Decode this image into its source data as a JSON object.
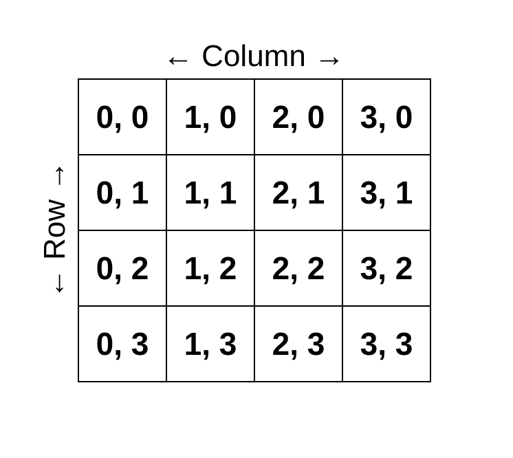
{
  "column_axis_label": "← Column →",
  "row_axis_label": "← Row →",
  "grid": {
    "rows": [
      [
        "0, 0",
        "1, 0",
        "2, 0",
        "3, 0"
      ],
      [
        "0, 1",
        "1, 1",
        "2, 1",
        "3, 1"
      ],
      [
        "0, 2",
        "1, 2",
        "2, 2",
        "3, 2"
      ],
      [
        "0, 3",
        "1, 3",
        "2, 3",
        "3, 3"
      ]
    ]
  }
}
